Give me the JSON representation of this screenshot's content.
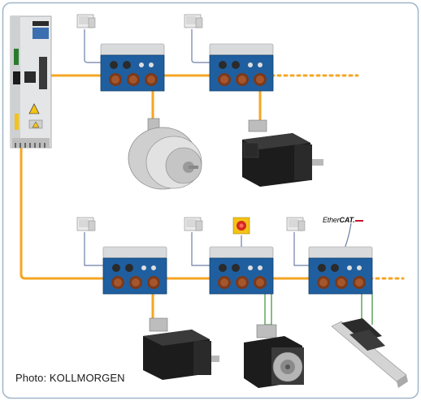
{
  "caption": "Photo: KOLLMORGEN",
  "ethercat_logo": {
    "prefix": "Ether",
    "suffix": "CAT."
  },
  "colors": {
    "background": "#ffffff",
    "border": "#9fb6c8",
    "bus_line": "#f5a623",
    "power_line": "#3a8f3a",
    "signal_line": "#5a6f9a",
    "module_blue": "#1f5fa0",
    "module_top": "#d9dadc",
    "motor_black": "#1c1c1c",
    "encoder_silver": "#c9c9c9",
    "estop_red": "#d42a1f",
    "estop_yellow": "#f3c316"
  },
  "icons": [
    "controller-icon",
    "drive-module-icon",
    "servo-motor-icon",
    "encoder-icon",
    "pc-icon",
    "emergency-stop-icon",
    "linear-actuator-icon"
  ]
}
